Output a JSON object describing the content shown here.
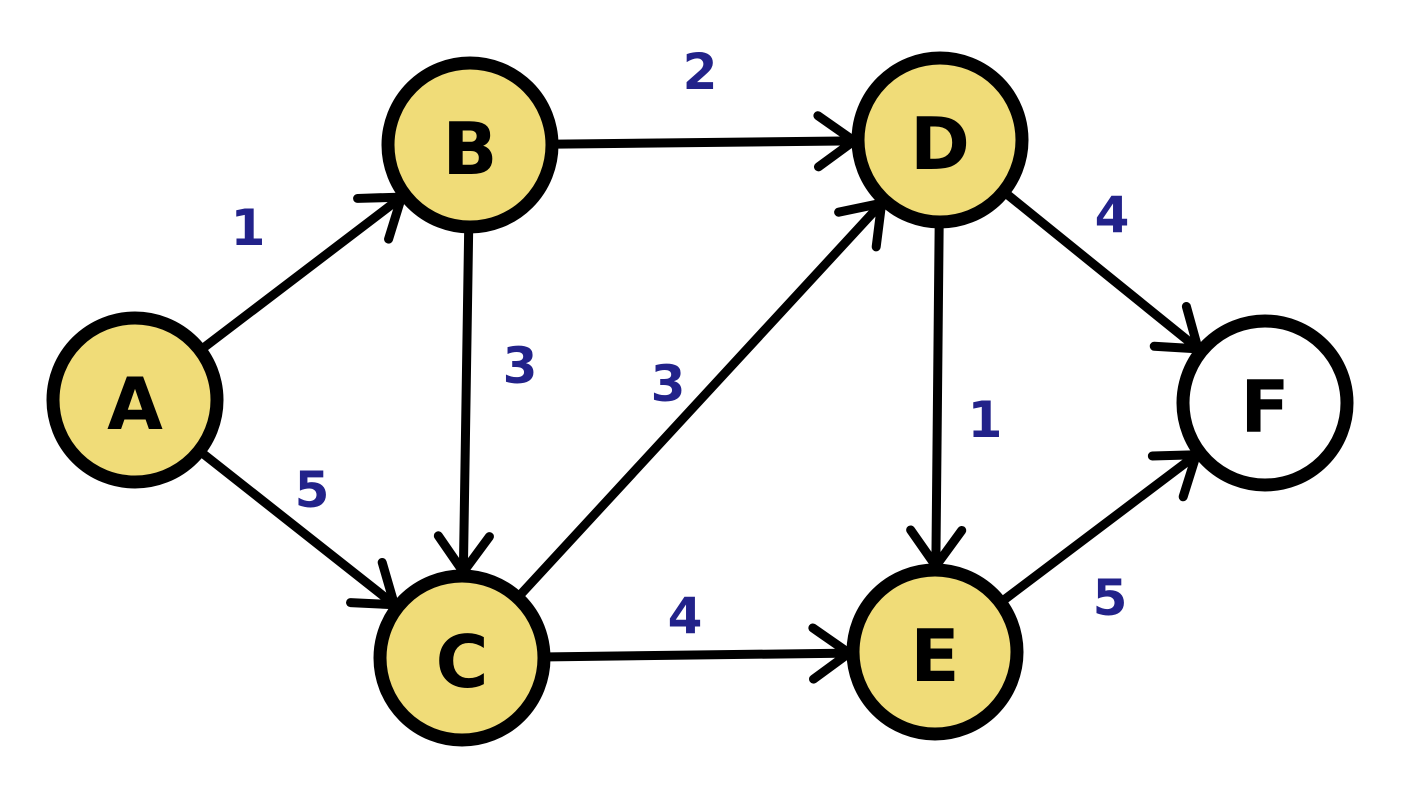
{
  "colors": {
    "visited_fill": "#f0dc78",
    "unvisited_fill": "#ffffff",
    "stroke": "#000000",
    "weight_text": "#22228a"
  },
  "nodes": [
    {
      "id": "A",
      "label": "A",
      "visited": true
    },
    {
      "id": "B",
      "label": "B",
      "visited": true
    },
    {
      "id": "C",
      "label": "C",
      "visited": true
    },
    {
      "id": "D",
      "label": "D",
      "visited": true
    },
    {
      "id": "E",
      "label": "E",
      "visited": true
    },
    {
      "id": "F",
      "label": "F",
      "visited": false
    }
  ],
  "edges": [
    {
      "from": "A",
      "to": "B",
      "weight": "1"
    },
    {
      "from": "A",
      "to": "C",
      "weight": "5"
    },
    {
      "from": "B",
      "to": "D",
      "weight": "2"
    },
    {
      "from": "B",
      "to": "C",
      "weight": "3"
    },
    {
      "from": "C",
      "to": "D",
      "weight": "3"
    },
    {
      "from": "C",
      "to": "E",
      "weight": "4"
    },
    {
      "from": "D",
      "to": "F",
      "weight": "4"
    },
    {
      "from": "D",
      "to": "E",
      "weight": "1"
    },
    {
      "from": "E",
      "to": "F",
      "weight": "5"
    }
  ]
}
